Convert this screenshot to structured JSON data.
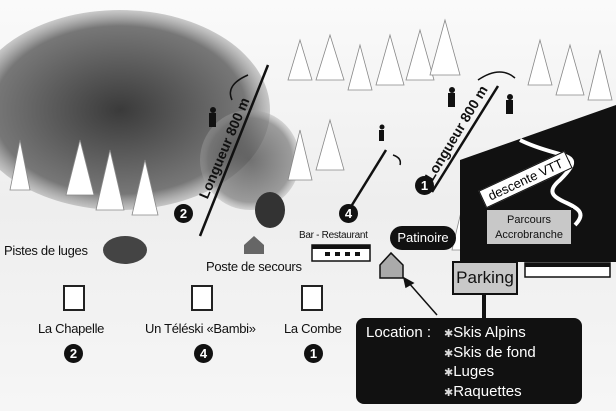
{
  "slopes": [
    {
      "number": "2",
      "length_label": "Longueur 800 m"
    },
    {
      "number": "1",
      "length_label": "Longueur 800 m"
    },
    {
      "number": "4"
    }
  ],
  "descente_vtt": "descente VTT",
  "parcours": {
    "line1": "Parcours",
    "line2": "Accrobranche"
  },
  "parking": "Parking",
  "patinoire": "Patinoire",
  "bar_restaurant": "Bar - Restaurant",
  "poste_secours": "Poste de secours",
  "pistes_luges": "Pistes de luges",
  "lifts": [
    {
      "name": "La Chapelle",
      "number": "2"
    },
    {
      "name": "Un Téléski «Bambi»",
      "number": "4"
    },
    {
      "name": "La Combe",
      "number": "1"
    }
  ],
  "location": {
    "label": "Location :",
    "items": [
      "Skis Alpins",
      "Skis de fond",
      "Luges",
      "Raquettes"
    ]
  }
}
